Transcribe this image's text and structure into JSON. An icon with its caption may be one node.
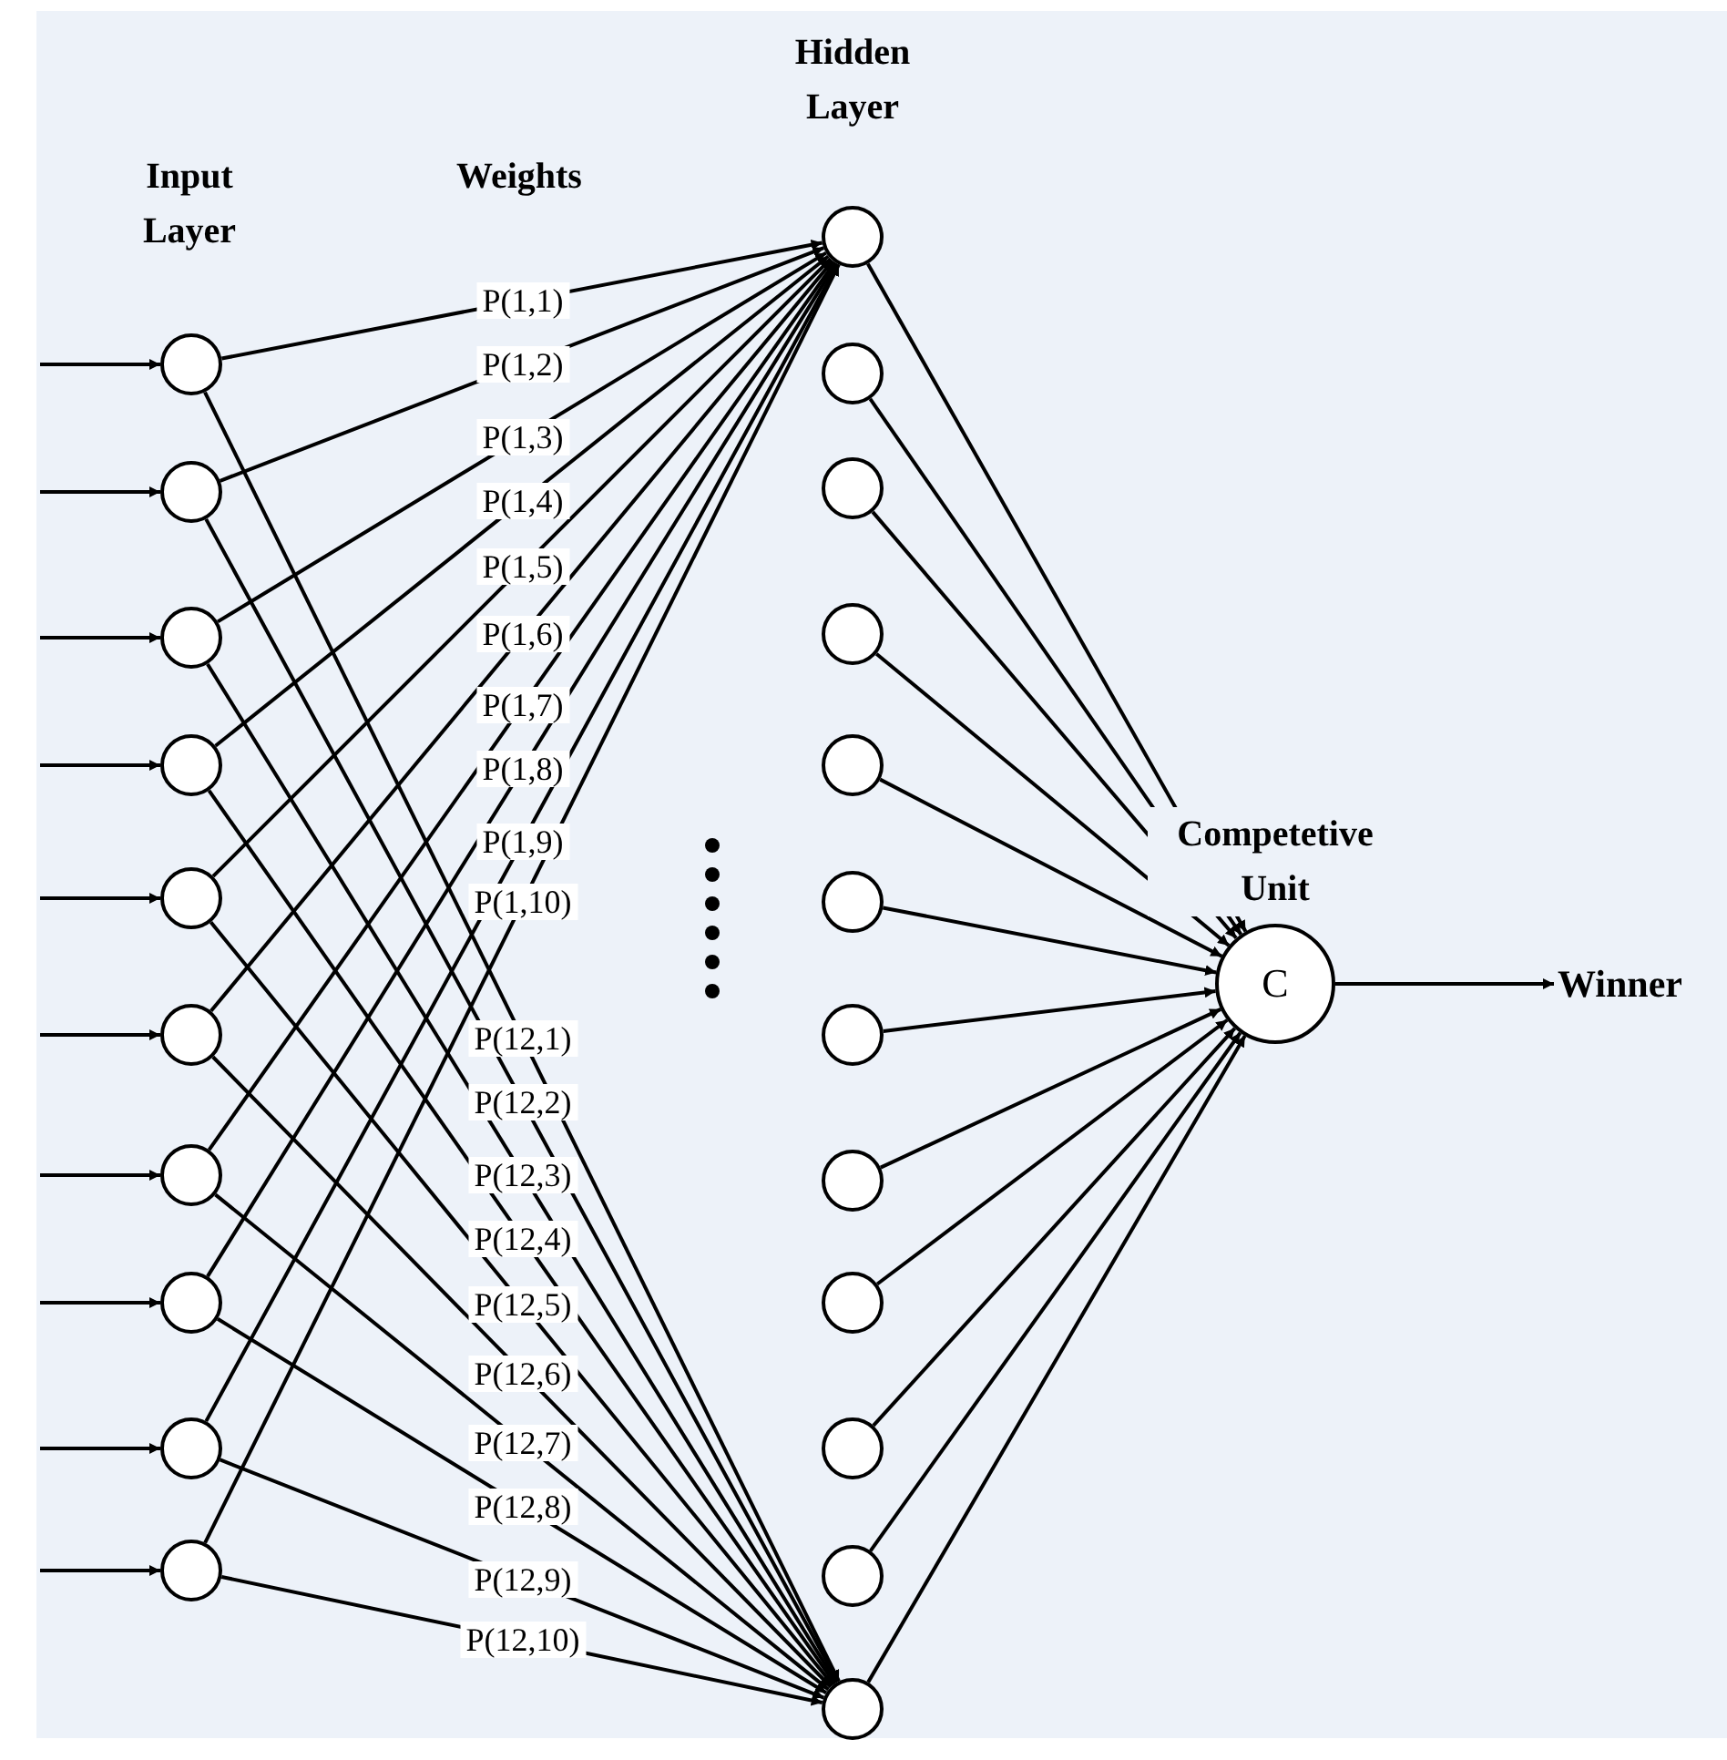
{
  "diagram": {
    "nodes": [
      {
        "text": [],
        "shape": "circle"
      },
      {
        "text": [],
        "shape": "circle"
      },
      {
        "text": [],
        "shape": "circle"
      },
      {
        "text": [],
        "shape": "circle"
      },
      {
        "text": [],
        "shape": "circle"
      },
      {
        "text": [],
        "shape": "circle"
      },
      {
        "text": [],
        "shape": "circle"
      },
      {
        "text": [],
        "shape": "circle"
      },
      {
        "text": [],
        "shape": "circle"
      },
      {
        "text": [],
        "shape": "circle"
      },
      {
        "text": [],
        "shape": "circle"
      },
      {
        "text": [],
        "shape": "circle"
      },
      {
        "text": [],
        "shape": "circle"
      },
      {
        "text": [],
        "shape": "circle"
      },
      {
        "text": [],
        "shape": "circle"
      },
      {
        "text": [],
        "shape": "circle"
      },
      {
        "text": [],
        "shape": "circle"
      },
      {
        "text": [],
        "shape": "circle"
      },
      {
        "text": [],
        "shape": "circle"
      },
      {
        "text": [],
        "shape": "circle"
      },
      {
        "text": [],
        "shape": "circle"
      },
      {
        "text": [],
        "shape": "circle"
      },
      {
        "text": [
          "C"
        ],
        "beside": [
          "Competetive Unit"
        ]
      },
      {
        "text": [
          "Winner"
        ]
      }
    ],
    "edges": [
      {
        "from": null,
        "to": 0,
        "arrow": "to"
      },
      {
        "from": null,
        "to": 1,
        "arrow": "to"
      },
      {
        "from": null,
        "to": 2,
        "arrow": "to"
      },
      {
        "from": null,
        "to": 3,
        "arrow": "to"
      },
      {
        "from": null,
        "to": 4,
        "arrow": "to"
      },
      {
        "from": null,
        "to": 5,
        "arrow": "to"
      },
      {
        "from": null,
        "to": 6,
        "arrow": "to"
      },
      {
        "from": null,
        "to": 7,
        "arrow": "to"
      },
      {
        "from": null,
        "to": 8,
        "arrow": "to"
      },
      {
        "from": null,
        "to": 9,
        "arrow": "to"
      },
      {
        "from": 0,
        "to": 10,
        "arrow": "to",
        "label": "P(1,1)"
      },
      {
        "from": 1,
        "to": 10,
        "arrow": "to",
        "label": "P(1,2)"
      },
      {
        "from": 2,
        "to": 10,
        "arrow": "to",
        "label": "P(1,3)"
      },
      {
        "from": 3,
        "to": 10,
        "arrow": "to",
        "label": "P(1,4)"
      },
      {
        "from": 4,
        "to": 10,
        "arrow": "to",
        "label": "P(1,5)"
      },
      {
        "from": 5,
        "to": 10,
        "arrow": "to",
        "label": "P(1,6)"
      },
      {
        "from": 6,
        "to": 10,
        "arrow": "to",
        "label": "P(1,7)"
      },
      {
        "from": 7,
        "to": 10,
        "arrow": "to",
        "label": "P(1,8)"
      },
      {
        "from": 8,
        "to": 10,
        "arrow": "to",
        "label": "P(1,9)"
      },
      {
        "from": 9,
        "to": 10,
        "arrow": "to",
        "label": "P(1,10)"
      },
      {
        "from": 0,
        "to": 21,
        "arrow": "to",
        "label": "P(12,1)"
      },
      {
        "from": 1,
        "to": 21,
        "arrow": "to",
        "label": "P(12,2)"
      },
      {
        "from": 2,
        "to": 21,
        "arrow": "to",
        "label": "P(12,3)"
      },
      {
        "from": 3,
        "to": 21,
        "arrow": "to",
        "label": "P(12,4)"
      },
      {
        "from": 4,
        "to": 21,
        "arrow": "to",
        "label": "P(12,5)"
      },
      {
        "from": 5,
        "to": 21,
        "arrow": "to",
        "label": "P(12,6)"
      },
      {
        "from": 6,
        "to": 21,
        "arrow": "to",
        "label": "P(12,7)"
      },
      {
        "from": 7,
        "to": 21,
        "arrow": "to",
        "label": "P(12,8)"
      },
      {
        "from": 8,
        "to": 21,
        "arrow": "to",
        "label": "P(12,9)"
      },
      {
        "from": 9,
        "to": 21,
        "arrow": "to",
        "label": "P(12,10)"
      },
      {
        "from": 10,
        "to": 22,
        "arrow": "to"
      },
      {
        "from": 11,
        "to": 22,
        "arrow": "to"
      },
      {
        "from": 12,
        "to": 22,
        "arrow": "to"
      },
      {
        "from": 13,
        "to": 22,
        "arrow": "to"
      },
      {
        "from": 14,
        "to": 22,
        "arrow": "to"
      },
      {
        "from": 15,
        "to": 22,
        "arrow": "to"
      },
      {
        "from": 16,
        "to": 22,
        "arrow": "to"
      },
      {
        "from": 17,
        "to": 22,
        "arrow": "to"
      },
      {
        "from": 18,
        "to": 22,
        "arrow": "to"
      },
      {
        "from": 19,
        "to": 22,
        "arrow": "to"
      },
      {
        "from": 20,
        "to": 22,
        "arrow": "to"
      },
      {
        "from": 21,
        "to": 22,
        "arrow": "to"
      },
      {
        "from": 22,
        "to": 23,
        "arrow": "to"
      }
    ],
    "labels": [
      "Hidden Layer",
      "Input Layer",
      "Weights"
    ]
  }
}
